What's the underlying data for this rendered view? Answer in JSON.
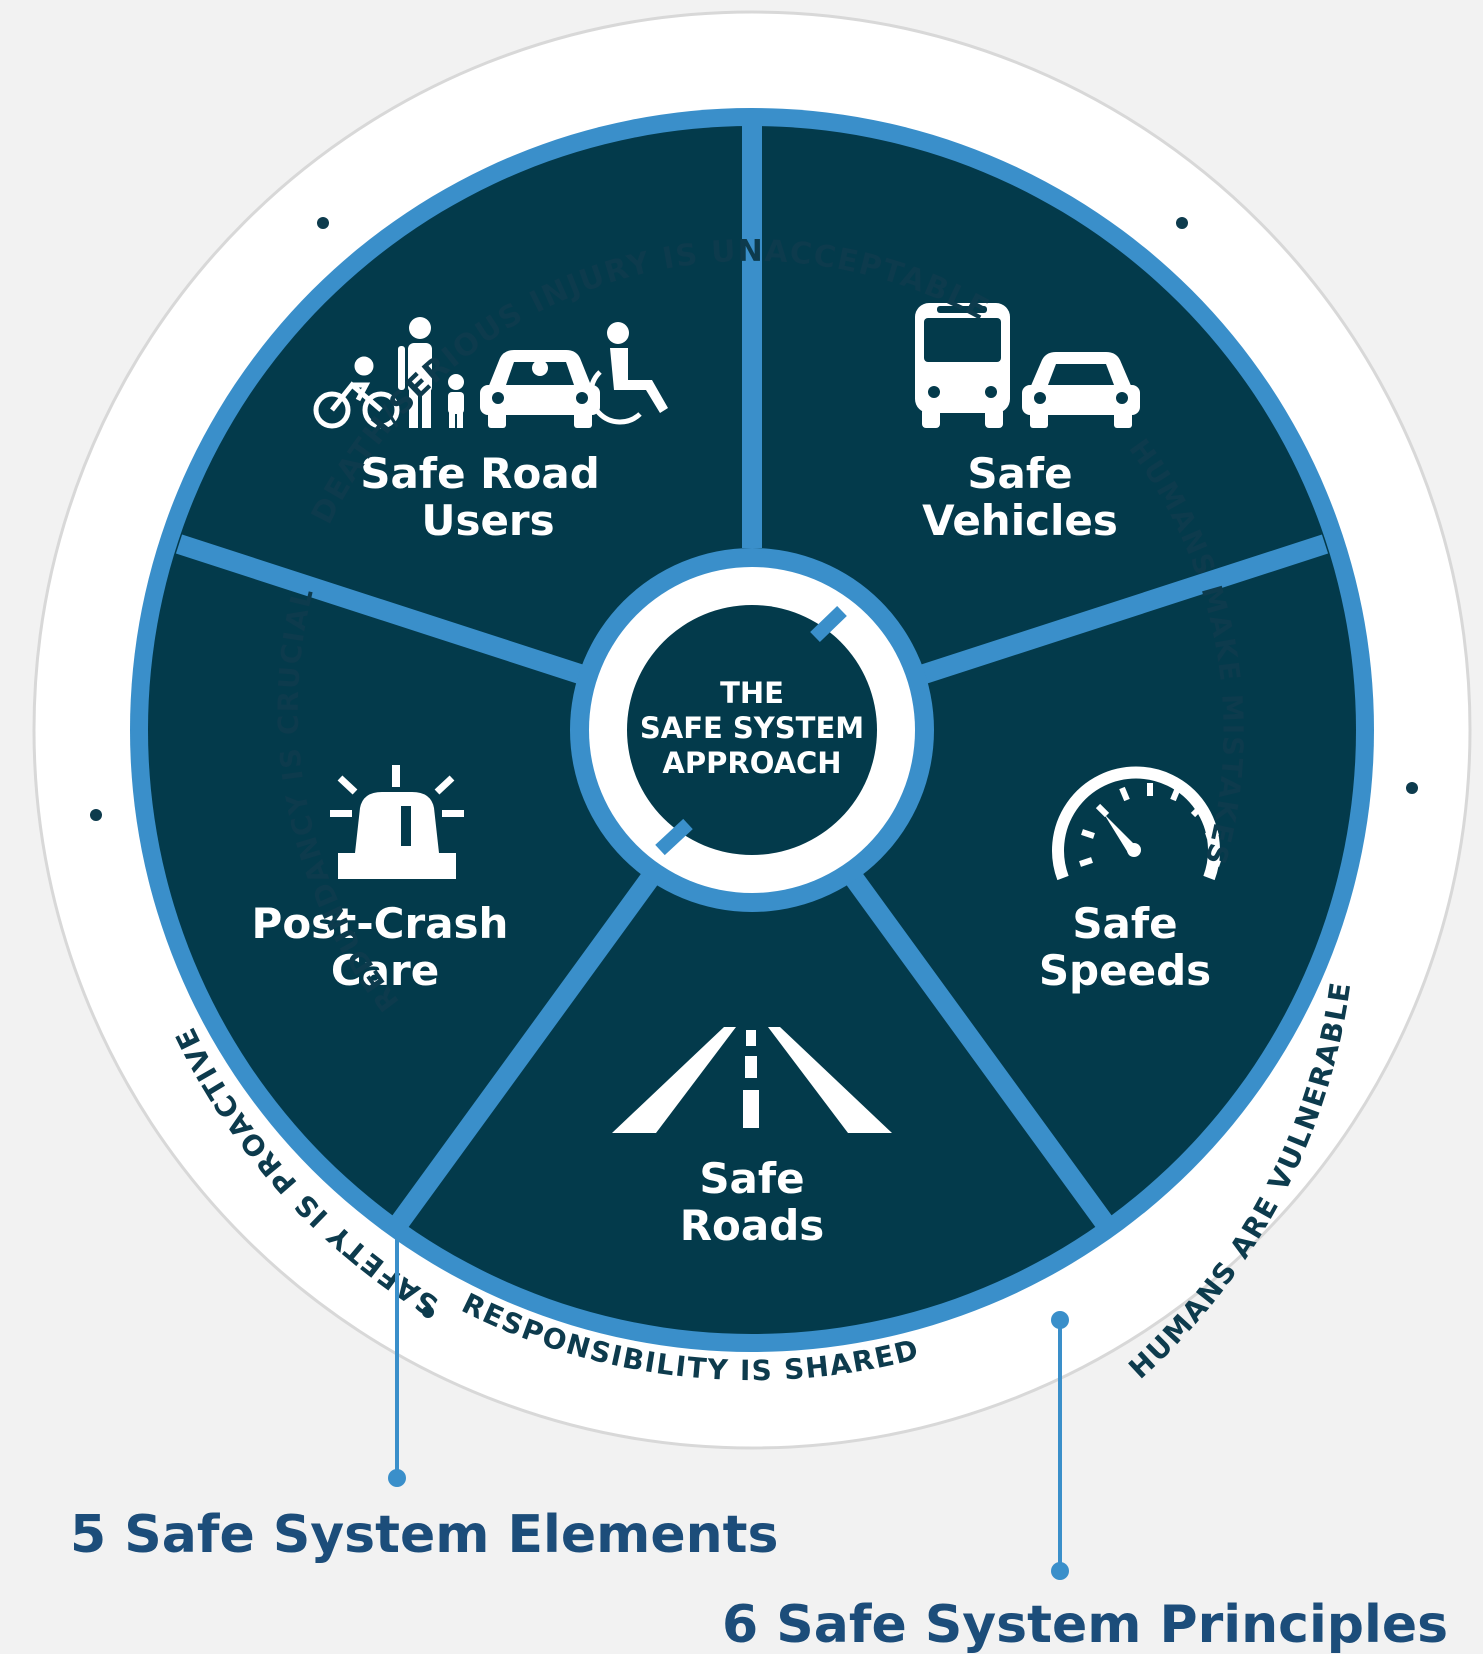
{
  "colors": {
    "background": "#f2f2f2",
    "outer_ring": "#ffffff",
    "ring_border": "#d8d8d8",
    "accent_blue": "#3a8fca",
    "segment_fill": "#033a4b",
    "dark_text": "#0d3b4d",
    "caption_text": "#1c4d7a"
  },
  "center": {
    "line1": "THE",
    "line2": "SAFE SYSTEM",
    "line3": "APPROACH"
  },
  "elements": [
    {
      "line1": "Safe Road",
      "line2": "Users",
      "icons": [
        "bicycle-icon",
        "pedestrian-with-child-icon",
        "car-icon",
        "wheelchair-icon"
      ]
    },
    {
      "line1": "Safe",
      "line2": "Vehicles",
      "icons": [
        "bus-icon",
        "car-icon"
      ]
    },
    {
      "line1": "Safe",
      "line2": "Speeds",
      "icons": [
        "speedometer-icon"
      ]
    },
    {
      "line1": "Safe",
      "line2": "Roads",
      "icons": [
        "road-icon"
      ]
    },
    {
      "line1": "Post-Crash",
      "line2": "Care",
      "icons": [
        "emergency-light-icon"
      ]
    }
  ],
  "principles": {
    "top": "DEATH/SERIOUS INJURY IS UNACCEPTABLE",
    "upper_right": "HUMANS MAKE MISTAKES",
    "lower_right": "HUMANS ARE VULNERABLE",
    "bottom": "RESPONSIBILITY IS SHARED",
    "lower_left": "SAFETY IS PROACTIVE",
    "upper_left": "REDUNDANCY IS CRUCIAL"
  },
  "captions": {
    "elements": "5 Safe System Elements",
    "principles": "6 Safe System Principles"
  }
}
